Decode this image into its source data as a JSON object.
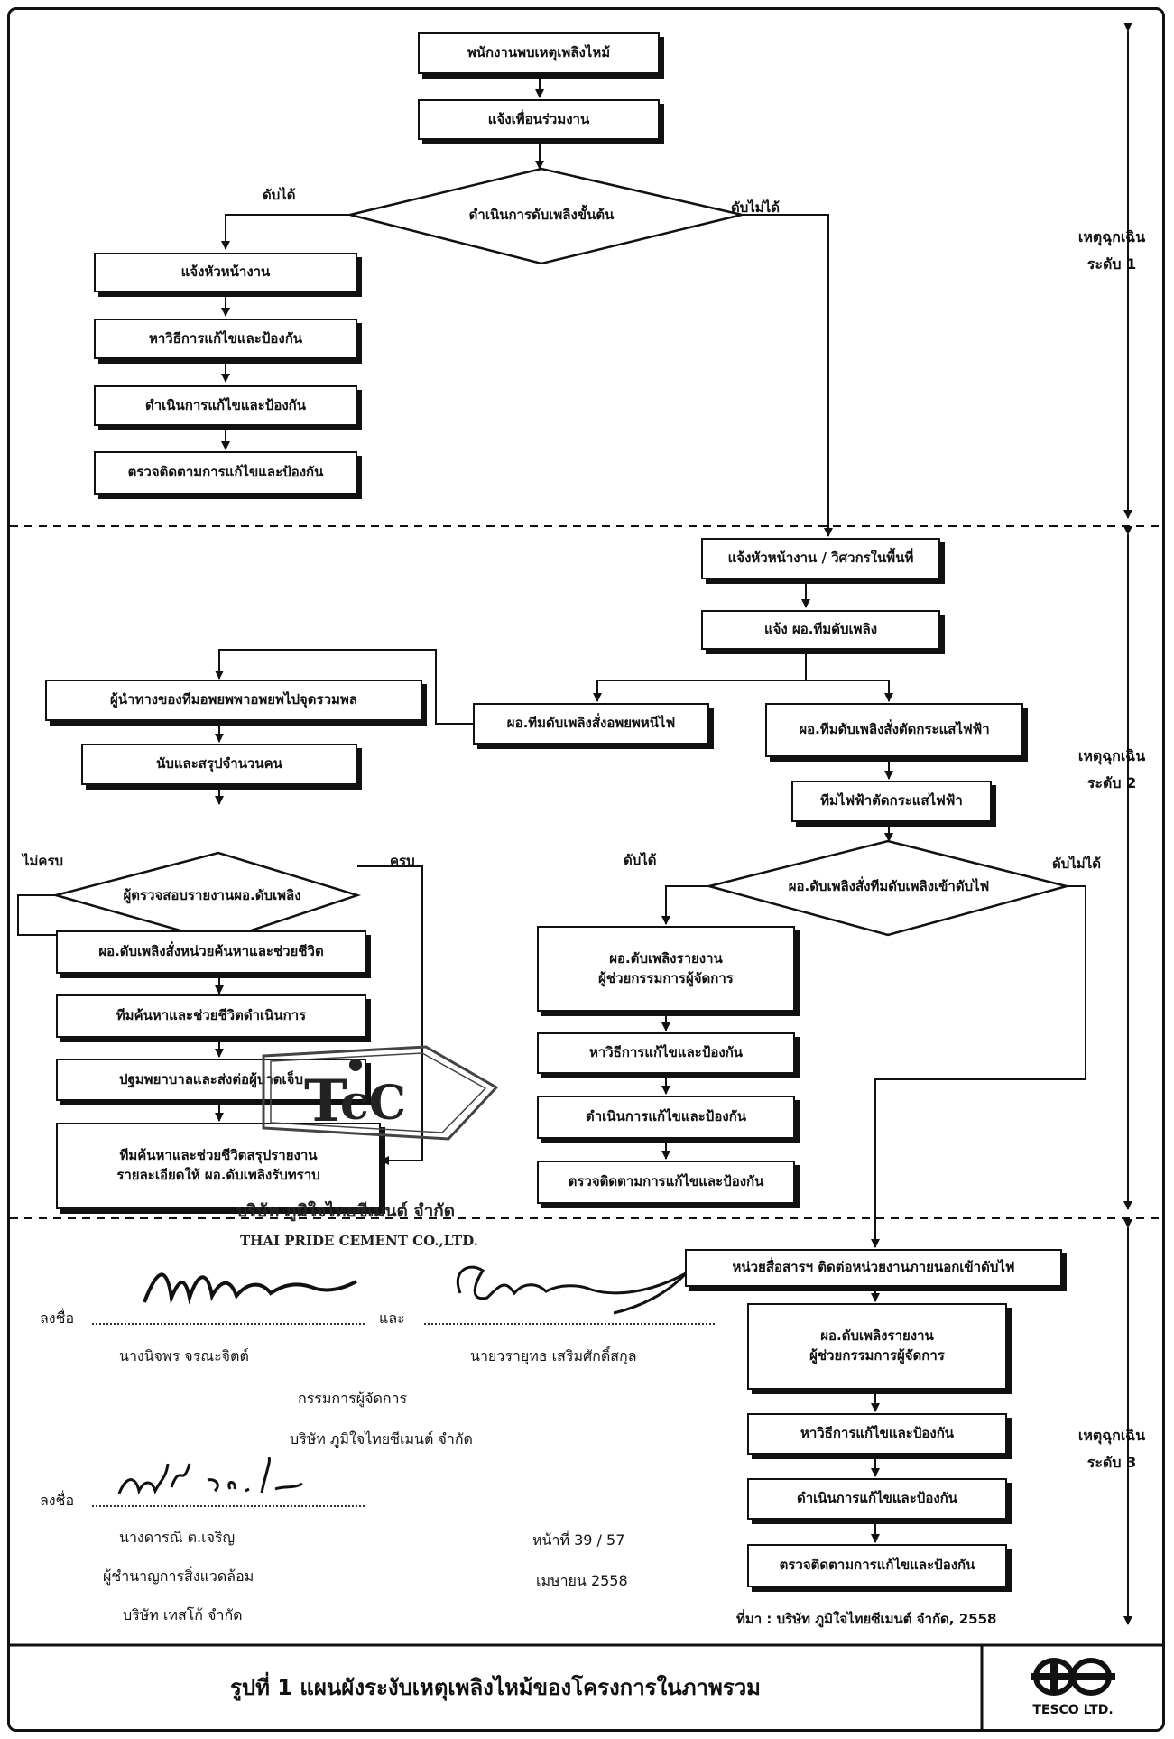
{
  "levels": {
    "level1": [
      "เหตุฉุกเฉิน",
      "ระดับ 1"
    ],
    "level2": [
      "เหตุฉุกเฉิน",
      "ระดับ 2"
    ],
    "level3": [
      "เหตุฉุกเฉิน",
      "ระดับ 3"
    ]
  },
  "boxes": {
    "b1": "พนักงานพบเหตุเพลิงไหม้",
    "b2": "แจ้งเพื่อนร่วมงาน",
    "d1": "ดำเนินการดับเพลิงขั้นต้น",
    "b3": "แจ้งหัวหน้างาน",
    "b4": "หาวิธีการแก้ไขและป้องกัน",
    "b5": "ดำเนินการแก้ไขและป้องกัน",
    "b6": "ตรวจติดตามการแก้ไขและป้องกัน",
    "b7": "แจ้งหัวหน้างาน / วิศวกรในพื้นที่",
    "b8": "แจ้ง ผอ.ทีมดับเพลิง",
    "b9": "ผอ.ทีมดับเพลิงสั่งอพยพหนีไฟ",
    "b10": "ผอ.ทีมดับเพลิงสั่งตัดกระแสไฟฟ้า",
    "b11": "ทีมไฟฟ้าตัดกระแสไฟฟ้า",
    "d2": "ผอ.ดับเพลิงสั่งทีมดับเพลิงเข้าดับไฟ",
    "b12a": "ผอ.ดับเพลิงรายงาน",
    "b12b": "ผู้ช่วยกรรมการผู้จัดการ",
    "b13": "หาวิธีการแก้ไขและป้องกัน",
    "b14": "ดำเนินการแก้ไขและป้องกัน",
    "b15": "ตรวจติดตามการแก้ไขและป้องกัน",
    "b16": "ผู้นำทางของทีมอพยพพาอพยพไปจุดรวมพล",
    "b17": "นับและสรุปจำนวนคน",
    "d3": "ผู้ตรวจสอบรายงานผอ.ดับเพลิง",
    "b18": "ผอ.ดับเพลิงสั่งหน่วยค้นหาและช่วยชีวิต",
    "b19": "ทีมค้นหาและช่วยชีวิตดำเนินการ",
    "b20": "ปฐมพยาบาลและส่งต่อผู้บาดเจ็บ",
    "b21a": "ทีมค้นหาและช่วยชีวิตสรุปรายงาน",
    "b21b": "รายละเอียดให้ ผอ.ดับเพลิงรับทราบ",
    "b22": "หน่วยสื่อสารฯ ติดต่อหน่วยงานภายนอกเข้าดับไฟ",
    "b23a": "ผอ.ดับเพลิงรายงาน",
    "b23b": "ผู้ช่วยกรรมการผู้จัดการ",
    "b24": "หาวิธีการแก้ไขและป้องกัน",
    "b25": "ดำเนินการแก้ไขและป้องกัน",
    "b26": "ตรวจติดตามการแก้ไขและป้องกัน"
  },
  "branch_labels": {
    "d1_yes": "ดับได้",
    "d1_no": "ดับไม่ได้",
    "d2_yes": "ดับได้",
    "d2_no": "ดับไม่ได้",
    "d3_no": "ไม่ครบ",
    "d3_yes": "ครบ"
  },
  "signatures": {
    "sign_label": "ลงชื่อ",
    "and_label": "และ",
    "person1": "นางนิจพร จรณะจิตต์",
    "person2": "นายวรายุทธ เสริมศักดิ์สกุล",
    "role1": "กรรมการผู้จัดการ",
    "company1": "บริษัท ภูมิใจไทยซีเมนต์ จำกัด",
    "sign_label2": "ลงชื่อ",
    "person3": "นางดารณี ต.เจริญ",
    "role3": "ผู้ชำนาญการสิ่งแวดล้อม",
    "company3": "บริษัท เทสโก้ จำกัด"
  },
  "page_info": {
    "page": "หน้าที่ 39 / 57",
    "date": "เมษายน 2558"
  },
  "stamp": {
    "company_th": "บริษัท ภูมิใจไทยซีเมนต์ จำกัด",
    "company_en": "THAI PRIDE CEMENT CO.,LTD."
  },
  "source": "ที่มา : บริษัท ภูมิใจไทยซีเมนต์ จำกัด, 2558",
  "caption": "รูปที่ 1 แผนผังระงับเหตุเพลิงไหม้ของโครงการในภาพรวม",
  "logo": {
    "text": "TESCO LTD."
  }
}
